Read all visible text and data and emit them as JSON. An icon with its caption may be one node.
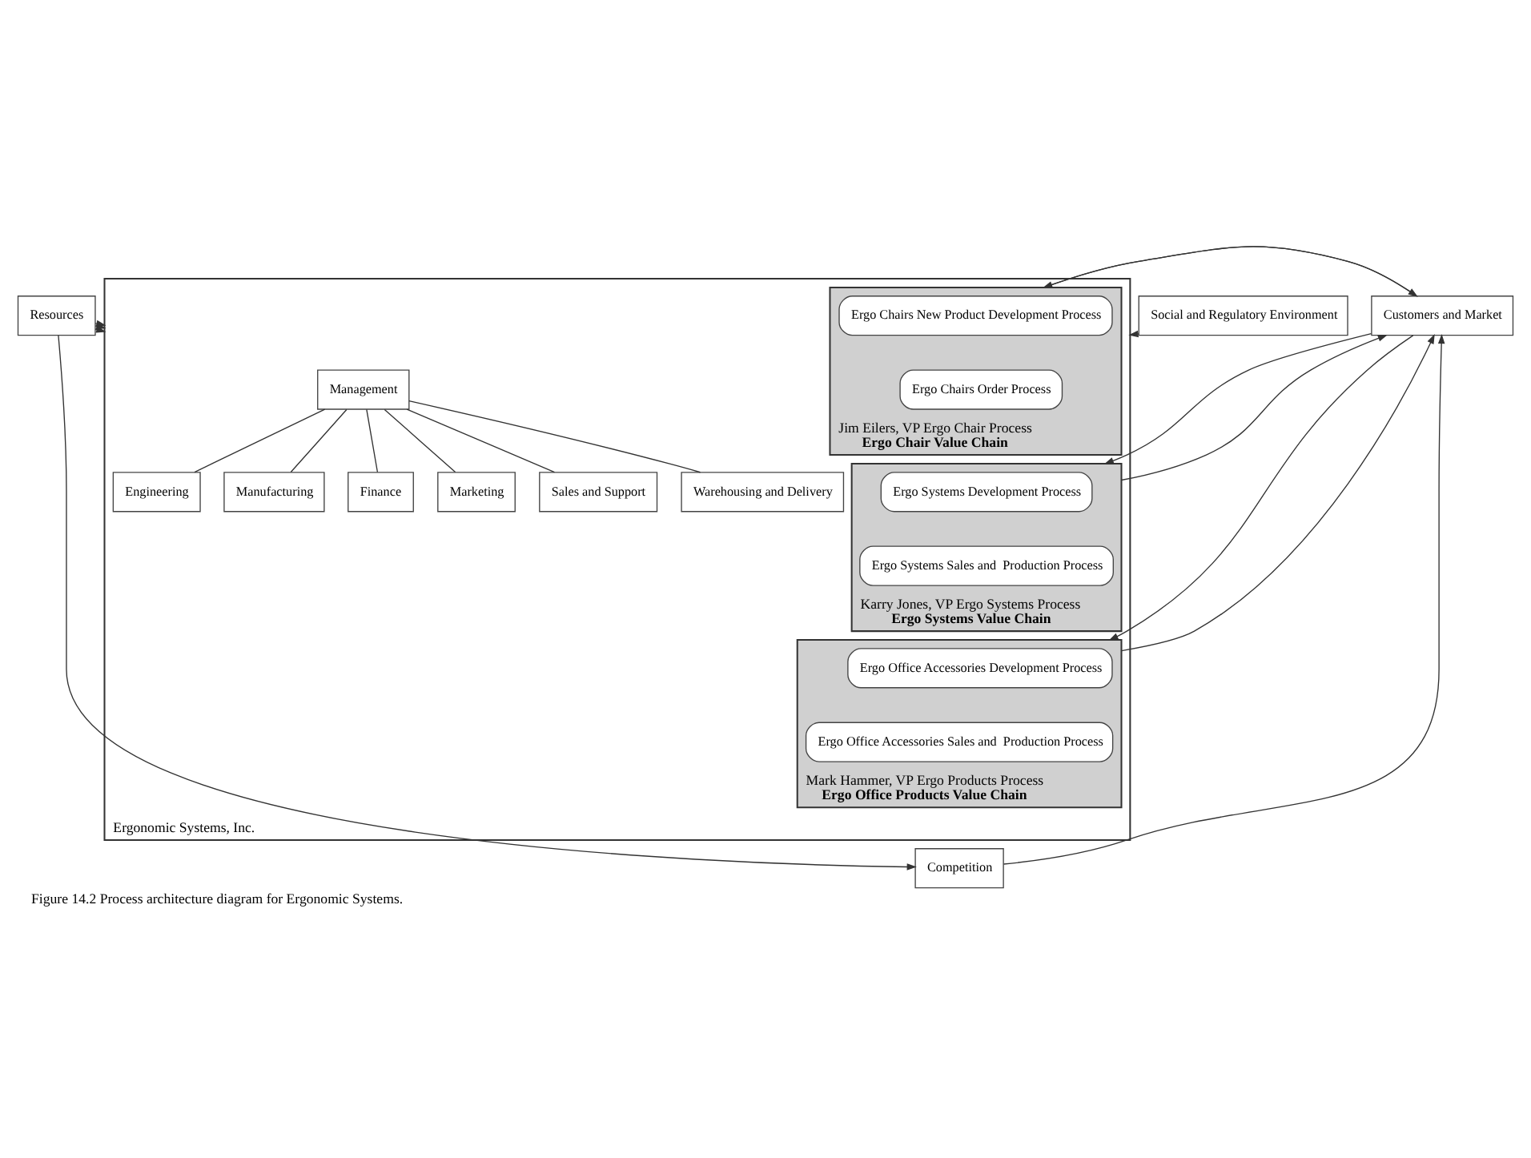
{
  "diagram": {
    "caption": "Figure 14.2 Process architecture diagram for Ergonomic Systems.",
    "nodes": [
      {
        "text": [
          "Social and Regulatory Environment"
        ]
      },
      {
        "text": [
          "Resources"
        ]
      },
      {
        "text": [
          "Customers and Market"
        ]
      },
      {
        "text": [
          "Ergonomic Systems, Inc."
        ]
      },
      {
        "text": [
          "Management"
        ],
        "in": 3
      },
      {
        "text": [
          "Engineering"
        ],
        "in": 3
      },
      {
        "text": [
          "Manufacturing"
        ],
        "in": 3
      },
      {
        "text": [
          "Finance"
        ],
        "in": 3
      },
      {
        "text": [
          "Marketing"
        ],
        "in": 3
      },
      {
        "text": [
          "Sales and Support"
        ],
        "in": 3
      },
      {
        "text": [
          "Warehousing and Delivery"
        ],
        "in": 3
      },
      {
        "text": [
          "Jim Eilers, VP Ergo Chair Process",
          "Ergo Chair Value Chain"
        ],
        "in": 3
      },
      {
        "text": [
          "Ergo Chairs New Product Development Process"
        ],
        "in": 11
      },
      {
        "text": [
          "Ergo Chairs Order Process"
        ],
        "in": 11
      },
      {
        "text": [
          "Karry Jones, VP Ergo Systems Process",
          "Ergo Systems Value Chain"
        ],
        "in": 3
      },
      {
        "text": [
          "Ergo Systems Development Process"
        ],
        "in": 14
      },
      {
        "text": [
          "Ergo Systems Sales and  Production Process"
        ],
        "in": 14
      },
      {
        "text": [
          "Mark Hammer, VP Ergo Products Process",
          "Ergo Office Products Value Chain"
        ],
        "in": 3
      },
      {
        "text": [
          "Ergo Office Accessories Development Process"
        ],
        "in": 17
      },
      {
        "text": [
          "Ergo Office Accessories Sales and  Production Process"
        ],
        "in": 17
      },
      {
        "text": [
          "Competition"
        ]
      }
    ],
    "edges": [
      {
        "from": 0,
        "to": 3,
        "arrow": "to"
      },
      {
        "from": 4,
        "to": 5,
        "arrow": "none"
      },
      {
        "from": 4,
        "to": 6,
        "arrow": "none"
      },
      {
        "from": 4,
        "to": 7,
        "arrow": "none"
      },
      {
        "from": 4,
        "to": 8,
        "arrow": "none"
      },
      {
        "from": 4,
        "to": 9,
        "arrow": "none"
      },
      {
        "from": 4,
        "to": 10,
        "arrow": "none"
      },
      {
        "from": 1,
        "to": 3,
        "arrow": "to"
      },
      {
        "from": 1,
        "to": 3,
        "arrow": "to"
      },
      {
        "from": 1,
        "to": 3,
        "arrow": "to"
      },
      {
        "from": 1,
        "to": 20,
        "arrow": "to"
      },
      {
        "from": 2,
        "to": 11,
        "arrow": "to"
      },
      {
        "from": 11,
        "to": 2,
        "arrow": "to"
      },
      {
        "from": 2,
        "to": 14,
        "arrow": "to"
      },
      {
        "from": 14,
        "to": 2,
        "arrow": "to"
      },
      {
        "from": 2,
        "to": 17,
        "arrow": "to"
      },
      {
        "from": 17,
        "to": 2,
        "arrow": "to"
      },
      {
        "from": 20,
        "to": 2,
        "arrow": "to"
      }
    ]
  }
}
